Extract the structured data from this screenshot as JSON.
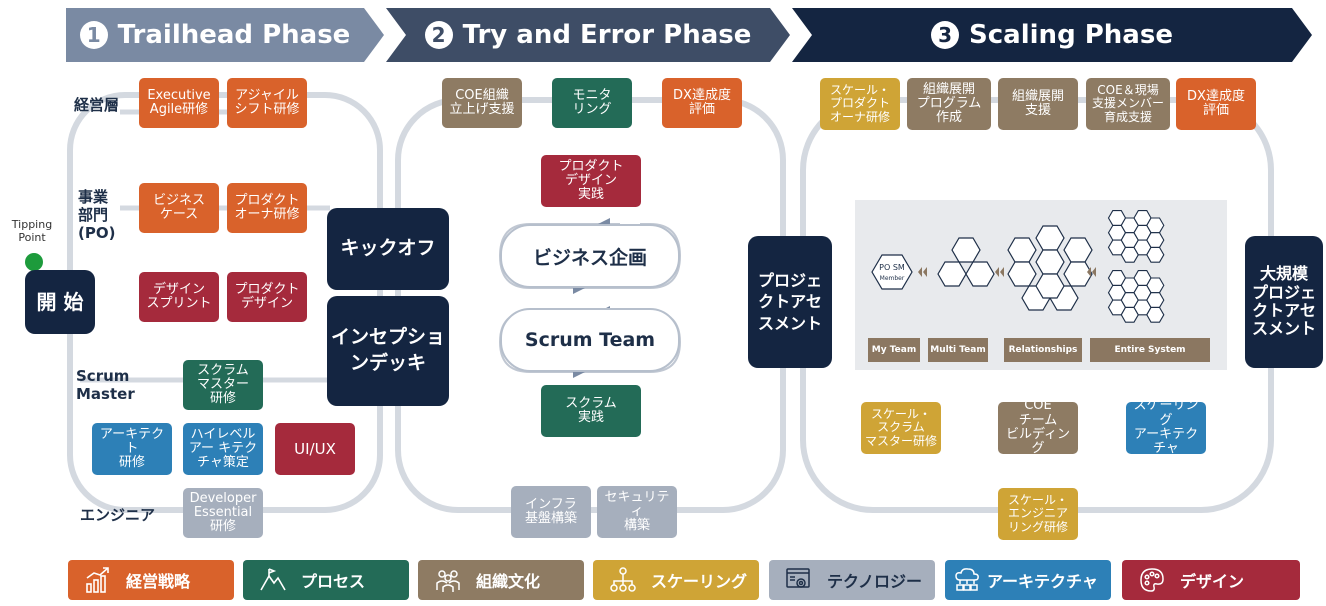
{
  "phases": [
    {
      "num": "1",
      "label": "Trailhead Phase"
    },
    {
      "num": "2",
      "label": "Try and Error Phase"
    },
    {
      "num": "3",
      "label": "Scaling Phase"
    }
  ],
  "tipping_point": "Tipping\nPoint",
  "roles": {
    "exec": "経営層",
    "business": "事業\n部門\n(PO)",
    "scrum_master": "Scrum\nMaster",
    "engineer": "エンジニア"
  },
  "phase1": {
    "exec_agile": "Executive\nAgile研修",
    "agile_shift": "アジャイル\nシフト研修",
    "business_case": "ビジネス\nケース",
    "po_training": "プロダクト\nオーナ研修",
    "design_sprint": "デザイン\nスプリント",
    "product_design": "プロダクト\nデザイン",
    "sm_training": "スクラム\nマスター\n研修",
    "architect_training": "アーキテクト\n研修",
    "high_level_arch": "ハイレベル\nアー キテク\nチャ策定",
    "uiux": "UI/UX",
    "dev_essential": "Developer\nEssential\n研修",
    "start": "開 始",
    "kickoff": "キックオフ",
    "inception": "インセプショ\nンデッキ"
  },
  "phase2": {
    "coe_setup": "COE組織\n立上げ支援",
    "monitoring": "モニタ\nリング",
    "dx_eval": "DX達成度\n評価",
    "product_design_practice": "プロダクト\nデザイン\n実践",
    "business_planning": "ビジネス企画",
    "scrum_team": "Scrum Team",
    "scrum_practice": "スクラム\n実践",
    "infra": "インフラ\n基盤構築",
    "security": "セキュリティ\n構築",
    "assessment": "プロジェ\nクトアセ\nスメント"
  },
  "phase3": {
    "scale_po": "スケール・\nプロダクト\nオーナ研修",
    "org_program": "組織展開\nプログラム\n作成",
    "org_support": "組織展開\n支援",
    "coe_member": "COE＆現場\n支援メンバー\n育成支援",
    "dx_eval": "DX達成度\n評価",
    "scale_sm": "スケール・\nスクラム\nマスター研修",
    "coe_team": "COE\nチーム\nビルディング",
    "scaling_arch": "スケーリング\nアーキテク\nチャ",
    "scale_eng": "スケール・\nエンジニア\nリング研修",
    "large_assessment": "大規模\nプロジェ\nクトアセ\nスメント",
    "team_roles": "PO SM",
    "team_member": "Member",
    "stages": [
      "My\nTeam",
      "Multi\nTeam",
      "Relationships",
      "Entire System"
    ]
  },
  "legend": [
    {
      "label": "経営戦略",
      "color": "#d9622b",
      "icon": "chart-icon"
    },
    {
      "label": "プロセス",
      "color": "#236b57",
      "icon": "mountain-icon"
    },
    {
      "label": "組織文化",
      "color": "#8e7b63",
      "icon": "people-icon"
    },
    {
      "label": "スケーリング",
      "color": "#cfa436",
      "icon": "network-icon"
    },
    {
      "label": "テクノロジー",
      "color": "#a6afbd",
      "icon": "gear-icon"
    },
    {
      "label": "アーキテクチャ",
      "color": "#2d80b7",
      "icon": "cloud-icon"
    },
    {
      "label": "デザイン",
      "color": "#a52a3c",
      "icon": "palette-icon"
    }
  ],
  "colors": {
    "phase1": "#7a8aa3",
    "phase2": "#3e4d66",
    "phase3": "#142541",
    "loop": "#d4d9e0"
  }
}
